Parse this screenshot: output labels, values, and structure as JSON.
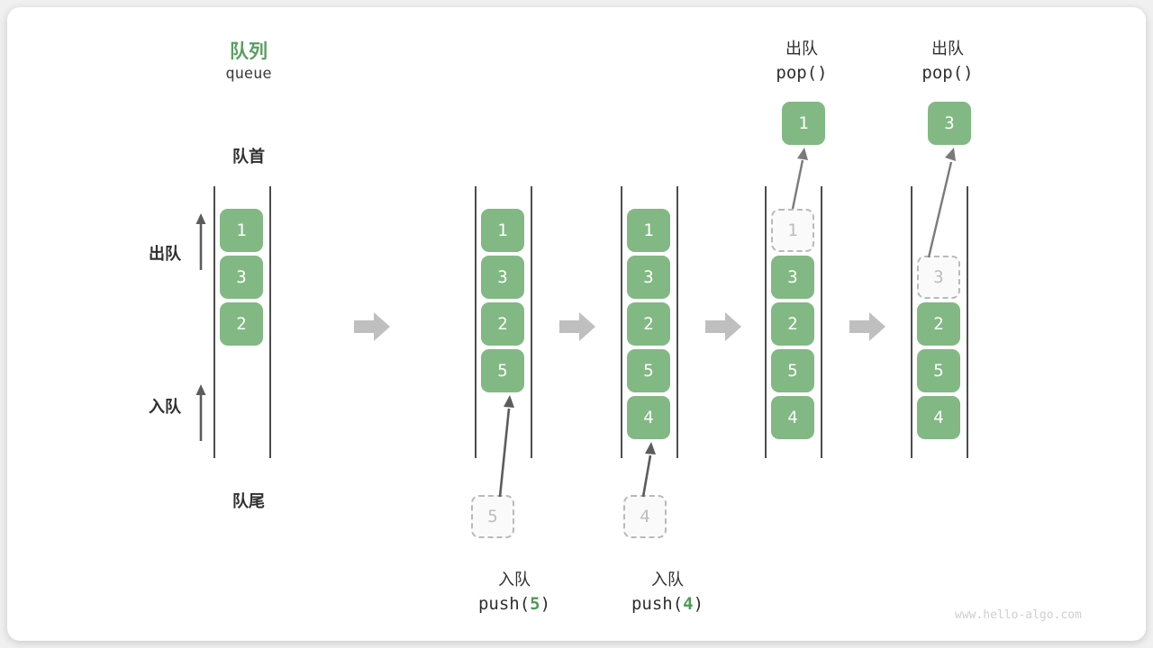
{
  "figure": {
    "title_cn": "队列",
    "title_en": "queue",
    "front_label": "队首",
    "rear_label": "队尾",
    "dequeue_label": "出队",
    "enqueue_label": "入队",
    "watermark": "www.hello-algo.com",
    "accent_green": "#82b884",
    "title_green": "#5a9e62",
    "ghost_gray": "#bdbdbd",
    "rail_gray": "#4d4d4d",
    "step_arrow_gray": "#bfbfbf"
  },
  "side_labels": {
    "dequeue": {
      "cn": "出队"
    },
    "enqueue": {
      "cn": "入队"
    }
  },
  "steps": [
    {
      "id": "initial",
      "caption_cn": "",
      "caption_code_prefix": "",
      "caption_code_arg": "",
      "caption_code_suffix": "",
      "items": [
        {
          "value": "1",
          "ghost": false
        },
        {
          "value": "3",
          "ghost": false
        },
        {
          "value": "2",
          "ghost": false
        }
      ],
      "incoming": null,
      "outgoing": null
    },
    {
      "id": "push-5",
      "caption_cn": "入队",
      "caption_code_prefix": "push(",
      "caption_code_arg": "5",
      "caption_code_suffix": ")",
      "items": [
        {
          "value": "1",
          "ghost": false
        },
        {
          "value": "3",
          "ghost": false
        },
        {
          "value": "2",
          "ghost": false
        },
        {
          "value": "5",
          "ghost": false
        }
      ],
      "incoming": {
        "value": "5"
      },
      "outgoing": null
    },
    {
      "id": "push-4",
      "caption_cn": "入队",
      "caption_code_prefix": "push(",
      "caption_code_arg": "4",
      "caption_code_suffix": ")",
      "items": [
        {
          "value": "1",
          "ghost": false
        },
        {
          "value": "3",
          "ghost": false
        },
        {
          "value": "2",
          "ghost": false
        },
        {
          "value": "5",
          "ghost": false
        },
        {
          "value": "4",
          "ghost": false
        }
      ],
      "incoming": {
        "value": "4"
      },
      "outgoing": null
    },
    {
      "id": "pop-1",
      "caption_cn": "出队",
      "caption_code_prefix": "pop(",
      "caption_code_arg": "",
      "caption_code_suffix": ")",
      "items": [
        {
          "value": "1",
          "ghost": true
        },
        {
          "value": "3",
          "ghost": false
        },
        {
          "value": "2",
          "ghost": false
        },
        {
          "value": "5",
          "ghost": false
        },
        {
          "value": "4",
          "ghost": false
        }
      ],
      "incoming": null,
      "outgoing": {
        "value": "1"
      }
    },
    {
      "id": "pop-3",
      "caption_cn": "出队",
      "caption_code_prefix": "pop(",
      "caption_code_arg": "",
      "caption_code_suffix": ")",
      "items": [
        {
          "value": "",
          "ghost": false,
          "empty": true
        },
        {
          "value": "3",
          "ghost": true
        },
        {
          "value": "2",
          "ghost": false
        },
        {
          "value": "5",
          "ghost": false
        },
        {
          "value": "4",
          "ghost": false
        }
      ],
      "incoming": null,
      "outgoing": {
        "value": "3"
      }
    }
  ]
}
